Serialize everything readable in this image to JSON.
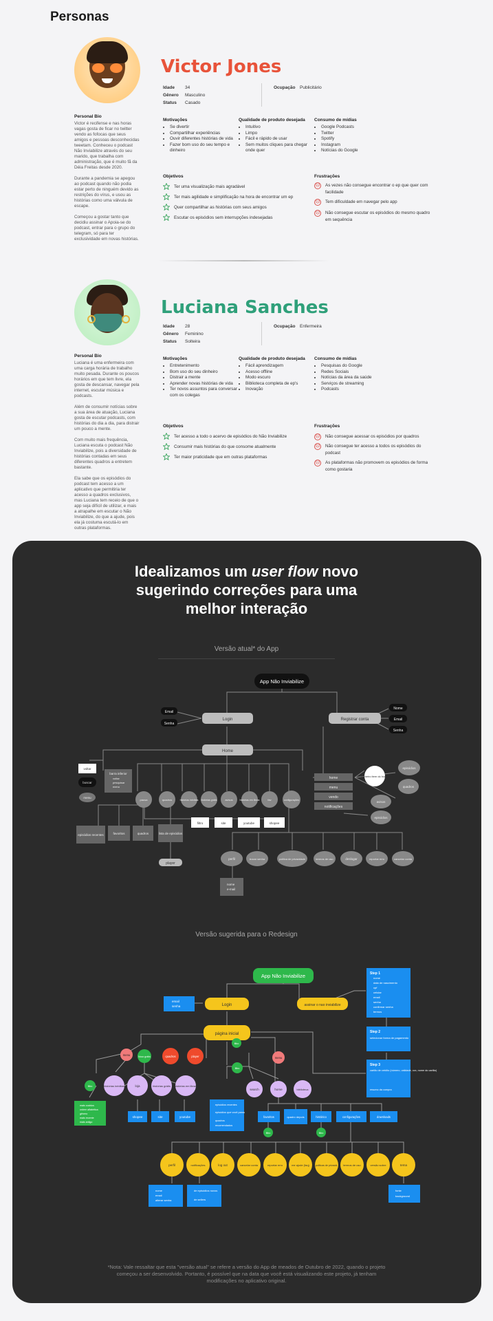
{
  "page_title": "Personas",
  "personas": [
    {
      "name": "Victor Jones",
      "name_color": "#e8533a",
      "avatar_bg": "#ffd8a0",
      "labels": {
        "idade": "Idade",
        "genero": "Gênero",
        "status": "Status",
        "ocupacao": "Ocupação"
      },
      "idade": "34",
      "genero": "Masculino",
      "status": "Casado",
      "ocupacao": "Publicitário",
      "bio_title": "Personal Bio",
      "bio": [
        "Victor é recifense e nas horas vagas gosta de ficar no twitter vendo as fofocas que seus amigos e pessoas desconhecidas tweetam. Conheceu o podcast Não Inviabilize através do seu marido, que trabalha com administração, que é muito fã da Déia Freitas desde 2020.",
        "Durante a pandemia se apegou ao podcast quando não podia estar perto de ninguém devido as restrições do vírus, e usou as histórias como uma válvula de escape.",
        "Começou a gostar tanto que decidiu assinar o Apoia-se do podcast, entrar para o grupo do telegram, só para ter exclusividade em novas histórias."
      ],
      "motivacoes_title": "Motivações",
      "motivacoes": [
        "Se divertir",
        "Compartilhar experiências",
        "Ouvir diferentes histórias de vida",
        "Fazer bom uso do seu tempo e dinheiro"
      ],
      "qualidade_title": "Qualidade de produto desejada",
      "qualidade": [
        "Intuitivo",
        "Limpo",
        "Fácil e rápido de usar",
        "Sem muitos cliques para chegar onde quer"
      ],
      "consumo_title": "Consumo de mídias",
      "consumo": [
        "Google Podcasts",
        "Twitter",
        "Spotify",
        "Instagram",
        "Notícias do Google"
      ],
      "objetivos_title": "Objetivos",
      "objetivos": [
        "Ter uma visualização mais agradável",
        "Ter mais agilidade e simplificação na hora de encontrar um ep",
        "Quer compartilhar as histórias com seus amigos",
        "Escutar os episódios sem interrupções indesejadas"
      ],
      "frustracoes_title": "Frustrações",
      "frustracoes": [
        "As vezes não consegue encontrar o ep que quer com facilidade",
        "Tem dificuldade em navegar pelo app",
        "Não consegue escutar os episódios do mesmo quadro em sequência"
      ]
    },
    {
      "name": "Luciana Sanches",
      "name_color": "#2fa07a",
      "avatar_bg": "#c8f0cc",
      "labels": {
        "idade": "Idade",
        "genero": "Gênero",
        "status": "Status",
        "ocupacao": "Ocupação"
      },
      "idade": "28",
      "genero": "Feminino",
      "status": "Solteira",
      "ocupacao": "Enfermeira",
      "bio_title": "Personal Bio",
      "bio": [
        "Luciana é uma enfermeira com uma carga horária de trabalho muito pesada. Durante os poucos horários em que tem livre, ela gosta de descansar, navegar pela internet, escutar música e podcasts.",
        "Além de consumir notícias sobre a sua área de atuação, Luciana gosta de escutar podcasts, com histórias do dia a dia, para distrair um pouco a mente.",
        "Com muito mais frequência, Luciana escuta o podcast Não Inviabilize, pois a diversidade de histórias contadas em seus diferentes quadros a entretem bastante.",
        "Ela sabe que os episódios do podcast tem acesso a um aplicativo que permitiria ter acesso a quadros exclusivos, mas Luciana tem receio de que o app seja difícil de utilizar, e mais a atrapalhe em escutar o Não Inviabilize, do que a ajude, pois ela já costuma escutá-lo em outras plataformas."
      ],
      "motivacoes_title": "Motivações",
      "motivacoes": [
        "Entretenimento",
        "Bom uso do seu dinheiro",
        "Distrair a mente",
        "Aprender novas histórias de vida",
        "Ter novos assuntos para conversar com os colegas"
      ],
      "qualidade_title": "Qualidade de produto desejada",
      "qualidade": [
        "Fácil aprendizagem",
        "Acesso offline",
        "Modo escuro",
        "Biblioteca completa de ep's",
        "Inovação"
      ],
      "consumo_title": "Consumo de mídias",
      "consumo": [
        "Pesquisas do Google",
        "Redes Sociais",
        "Notícias da área da saúde",
        "Serviços de streaming",
        "Podcasts"
      ],
      "objetivos_title": "Objetivos",
      "objetivos": [
        "Ter acesso a todo o acervo de episódios do Não Inviabilize",
        "Consumir mais histórias do que consome atualmente",
        "Ter maior praticidade que em outras plataformas"
      ],
      "frustracoes_title": "Frustrações",
      "frustracoes": [
        "Não consegue acessar os episódios por quadros",
        "Não consegue ter acesso a todos os episódios do podcast",
        "As plataformas não promovem os episódios de forma como gostaria"
      ]
    }
  ],
  "flow": {
    "headline_1": "Idealizamos um",
    "headline_em": "user flow",
    "headline_2": "novo",
    "headline_3": "sugerindo correções para uma",
    "headline_4": "melhor interação",
    "current_title": "Versão atual* do App",
    "redesign_title": "Versão sugerida para o Redesign",
    "current": {
      "app": "App Não Inviabilize",
      "login": "Login",
      "email": "Email",
      "senha": "Senha",
      "registrar": "Registrar conta",
      "nome": "Nome",
      "email2": "Email",
      "senha2": "Senha",
      "home": "Home",
      "left_boxes": [
        "voltar",
        "buscar",
        "menu"
      ],
      "barra_inferior": "barra inferior",
      "barra_items": [
        "voltar",
        "pesquisar",
        "menu"
      ],
      "circles": [
        "pausa",
        "quadros",
        "histórias inéditas",
        "histórias grátis",
        "avisos",
        "histórias em libras",
        "fav",
        "configurações"
      ],
      "right_menu": [
        "home",
        "menu",
        "vendo",
        "notificações"
      ],
      "primeiro": "primeiro item do home",
      "right_ovals": [
        "episódios",
        "quadros",
        "avisos",
        "episódios"
      ],
      "gray_boxes": [
        "episódios recentes",
        "favoritos",
        "quadros",
        "lista de episódios"
      ],
      "player": "player",
      "white_boxes": [
        "filtro",
        "site",
        "youtube",
        "shopee"
      ],
      "bottom_ovals": [
        "perfil",
        "trocar senha",
        "política de privacidade",
        "termos de uso",
        "deslogar",
        "reportar erro",
        "cancelar conta"
      ],
      "perfil_items": [
        "nome",
        "e-mail"
      ]
    },
    "redesign": {
      "app": "App Não Inviabilize",
      "login": "Login",
      "login_items": [
        "email",
        "senha"
      ],
      "assinar": "assinar o nao inviabilize",
      "step1_title": "Step 1",
      "step1": [
        "nome",
        "data de nascimento",
        "cpf",
        "celular",
        "email",
        "senha",
        "confirmar senha",
        "termos"
      ],
      "step2_title": "Step 2",
      "step2": "selecionar forma de pagamento",
      "step3_title": "Step 3",
      "step3": [
        "cartão de crédito (número, validade, cvc, nome do cartão)",
        "resumo da compra"
      ],
      "pagina_inicial": "página inicial",
      "red_circles": [
        "menu",
        "quadros",
        "player"
      ],
      "green_small": [
        "filtro",
        "filtro",
        "filtro",
        "filtro",
        "filtro"
      ],
      "green_box": [
        "mais ouvidos",
        "ordem alfabética",
        "gênero",
        "mais recente",
        "mais antigo"
      ],
      "novo_gratis": "Novo grátis",
      "purple_circles": [
        "histórias inéditas",
        "loja",
        "histórias grátis",
        "histórias em libras"
      ],
      "blue_boxes": [
        "shopee",
        "site",
        "youtube"
      ],
      "episodios_box": [
        "episódios recentes",
        "episódios que você parou",
        "quadros",
        "recomendados"
      ],
      "center_circles": [
        "menu",
        "search",
        "home",
        "biblioteca"
      ],
      "blue_menu": [
        "favoritos",
        "quadro depois",
        "histórico",
        "configurações",
        "downloads"
      ],
      "yellow_circles": [
        "perfil",
        "notificações",
        "log out",
        "cancelar conta",
        "reportar erro",
        "me ajude (faq)",
        "políticas de privacid.",
        "termos de uso",
        "versão sobre",
        "tema"
      ],
      "perfil_box": [
        "nome",
        "email",
        "alterar senha"
      ],
      "notif_box": [
        "de episódios novos",
        "de sellers"
      ],
      "tema_box": [
        "fonte",
        "background"
      ]
    },
    "note": "*Nota: Vale ressaltar que esta \"versão atual\" se refere a versão do App de meados de Outubro de 2022, quando o projeto começou a ser desenvolvido. Portanto, é possível que na data que você está visualizando este projeto, já tenham modificações no aplicativo original."
  }
}
